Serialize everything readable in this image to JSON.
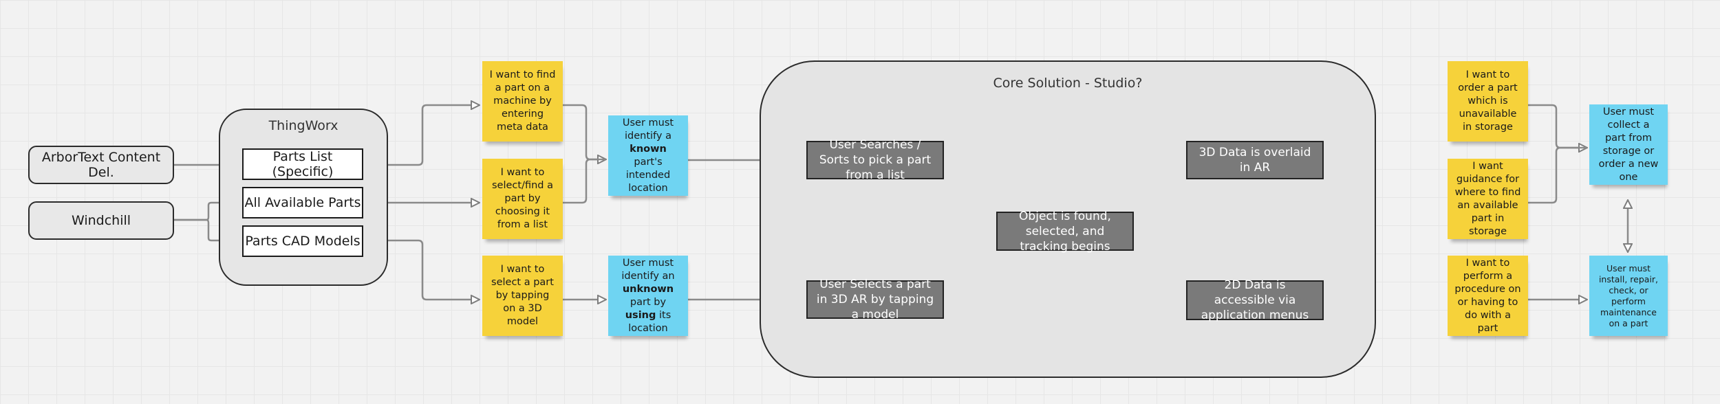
{
  "sources": {
    "arbortext": "ArborText Content Del.",
    "windchill": "Windchill"
  },
  "thingworx": {
    "title": "ThingWorx",
    "items": [
      "Parts List (Specific)",
      "All Available Parts",
      "Parts CAD Models"
    ]
  },
  "needs_left": {
    "find_by_meta": "I want to find a part on a machine by entering meta data",
    "select_from_list": "I want to select/find a part by choosing it from a list",
    "select_by_tap": "I want to select a part by tapping on a 3D model"
  },
  "identify_known": {
    "pre": "User must identify a ",
    "bold": "known",
    "post": " part's intended location"
  },
  "identify_unknown": {
    "pre": "User must identify an ",
    "bold1": "unknown",
    "mid": " part by ",
    "bold2": "using",
    "post": " its location"
  },
  "core": {
    "title": "Core Solution - Studio?",
    "search_sort": "User Searches / Sorts to pick a part from a list",
    "select_3d": "User Selects a part in 3D AR by tapping a model",
    "object_found": "Object is found, selected, and tracking begins",
    "overlay_ar": "3D Data is overlaid in AR",
    "menus_2d": "2D Data is accessible via application menus"
  },
  "needs_right": {
    "order_part": "I want to order a part which is unavailable in storage",
    "guidance": "I want guidance for where to find an available part in storage",
    "procedure": "I want to perform a procedure on or having to do with a part"
  },
  "outcomes": {
    "collect": "User must collect a part from storage or order a new one",
    "maintain": "User must install, repair, check, or perform maintenance on a part"
  },
  "colors": {
    "sticky_yellow": "#f6d23a",
    "sticky_blue": "#6fd4f2",
    "process_box": "#7a7a7a",
    "connector": "#8a8a8a"
  }
}
